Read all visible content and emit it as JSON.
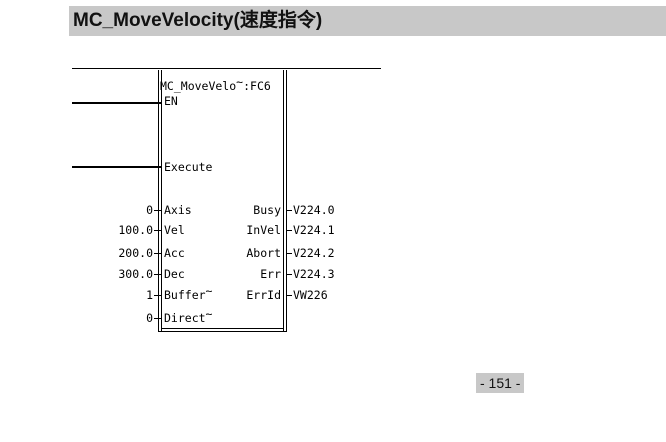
{
  "header": {
    "title": "MC_MoveVelocity(速度指令)"
  },
  "block": {
    "name": "MC_MoveVelo",
    "tilde": "~",
    "fc": ":FC6",
    "en": "EN",
    "execute": "Execute"
  },
  "inputs": [
    {
      "value": "0",
      "label": "Axis",
      "tilde": ""
    },
    {
      "value": "100.0",
      "label": "Vel",
      "tilde": ""
    },
    {
      "value": "200.0",
      "label": "Acc",
      "tilde": ""
    },
    {
      "value": "300.0",
      "label": "Dec",
      "tilde": ""
    },
    {
      "value": "1",
      "label": "Buffer",
      "tilde": "~"
    },
    {
      "value": "0",
      "label": "Direct",
      "tilde": "~"
    }
  ],
  "outputs": [
    {
      "label": "Busy",
      "value": "V224.0"
    },
    {
      "label": "InVel",
      "value": "V224.1"
    },
    {
      "label": "Abort",
      "value": "V224.2"
    },
    {
      "label": "Err",
      "value": "V224.3"
    },
    {
      "label": "ErrId",
      "value": "VW226"
    }
  ],
  "footer": {
    "page": "- 151 -"
  }
}
